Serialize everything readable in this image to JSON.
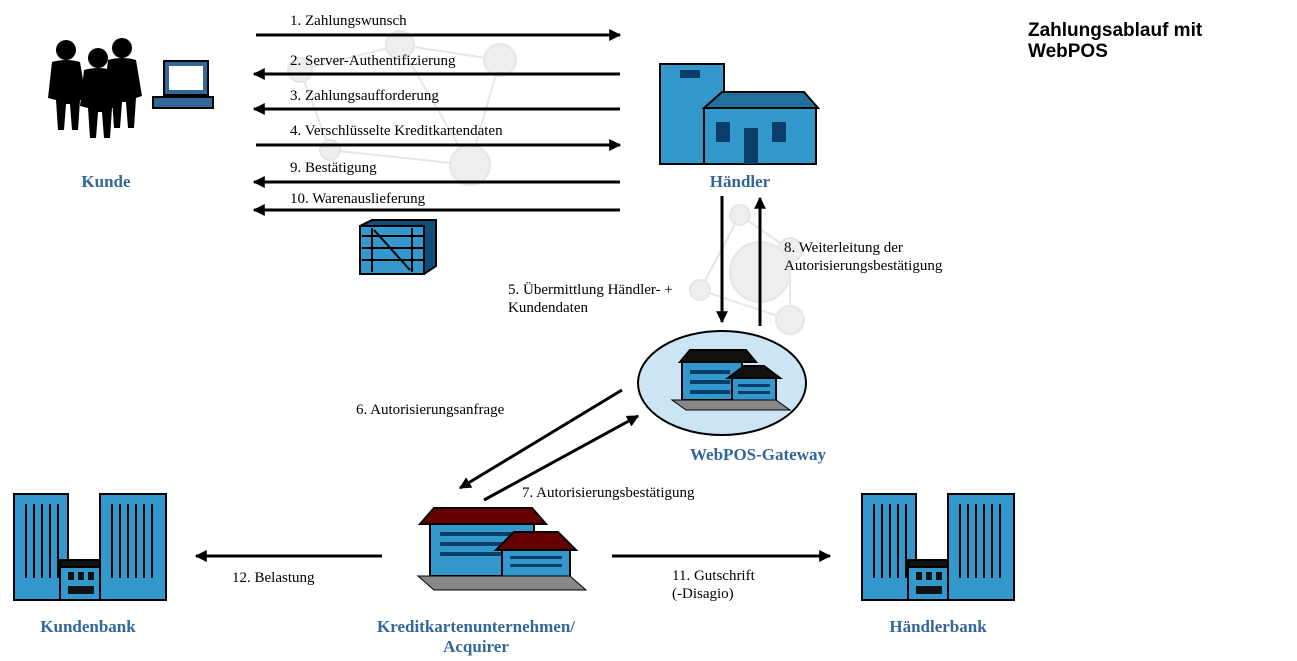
{
  "title": {
    "line1": "Zahlungsablauf mit",
    "line2": "WebPOS"
  },
  "entities": {
    "kunde": "Kunde",
    "haendler": "Händler",
    "gateway": "WebPOS-Gateway",
    "kundenbank": "Kundenbank",
    "acquirer_line1": "Kreditkartenunternehmen/",
    "acquirer_line2": "Acquirer",
    "haendlerbank": "Händlerbank"
  },
  "steps": {
    "s1": "1. Zahlungswunsch",
    "s2": "2. Server-Authentifizierung",
    "s3": "3. Zahlungsaufforderung",
    "s4": "4. Verschlüsselte Kreditkartendaten",
    "s9": "9. Bestätigung",
    "s10": "10. Warenauslieferung",
    "s5_line1": "5. Übermittlung Händler- +",
    "s5_line2": "Kundendaten",
    "s8_line1": "8. Weiterleitung der",
    "s8_line2": "Autorisierungsbestätigung",
    "s6": "6. Autorisierungsanfrage",
    "s7": "7. Autorisierungsbestätigung",
    "s12": "12. Belastung",
    "s11_line1": "11. Gutschrift",
    "s11_line2": "(-Disagio)"
  },
  "colors": {
    "entity_label": "#336699",
    "building_blue": "#3399CC",
    "roof_dark": "#660000",
    "gateway_ellipse": "#CCE5F5",
    "arrow": "#000000"
  }
}
